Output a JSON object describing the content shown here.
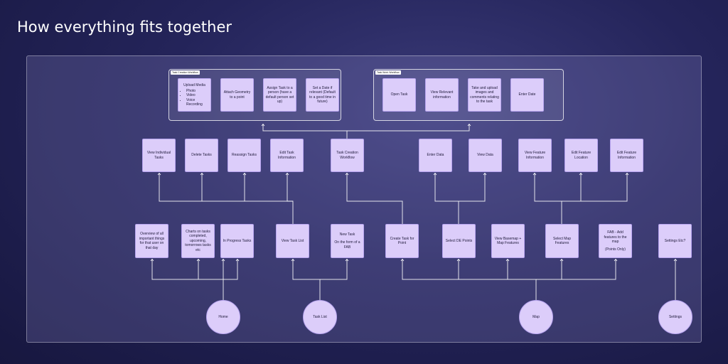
{
  "title": "How everything fits together",
  "groups": {
    "task_creation": {
      "label": "Task Creation Workflow",
      "upload_media": {
        "title": "Upload Media",
        "items": [
          "Photo",
          "Video",
          "Voice Recording"
        ]
      },
      "attach_geometry": "Attach Geometry to a point",
      "assign_task": "Assign Task to a person (have a default person set up)",
      "set_date": "Set a Date if relevant (Default to a good time in future)"
    },
    "task_work": {
      "label": "Task Work Workflow",
      "open_task": "Open Task",
      "view_relevant": "View Relevant information",
      "take_upload": "Take and upload images and comments relating to the task",
      "enter_date": "Enter Date"
    }
  },
  "row2": {
    "view_individual_tasks": "View Individual Tasks",
    "delete_tasks": "Delete Tasks",
    "reassign_tasks": "Reassign Tasks",
    "edit_task_information": "Edit Task Information",
    "task_creation_workflow": "Task Creation Workflow",
    "enter_data": "Enter Data",
    "view_data": "View Data",
    "view_feature_information": "View Feature Information",
    "edit_feature_location": "Edit Feature Location",
    "edit_feature_information": "Edit Feature Information"
  },
  "row3": {
    "overview": "Overview of all important things for that user on that day",
    "charts": "Charts on tasks completed, upcoming, tomorrows tasks etc",
    "in_progress": "In Progress Tasks",
    "view_task_list": "View Task List",
    "new_task_line1": "New Task",
    "new_task_line2": "On the form of a FAB",
    "create_task_for_point": "Create Task for Point",
    "select_de_points": "Select DE Points",
    "view_basemap": "View Basemap + Map Features",
    "select_map_features": "Select Map Features",
    "fab_add_line1": "FAB - Add features to the map",
    "fab_add_line2": "(Points Only)",
    "settings_etc": "Settings Etc?"
  },
  "roots": {
    "home": "Home",
    "task_list": "Task List",
    "map": "Map",
    "settings": "Settings"
  }
}
